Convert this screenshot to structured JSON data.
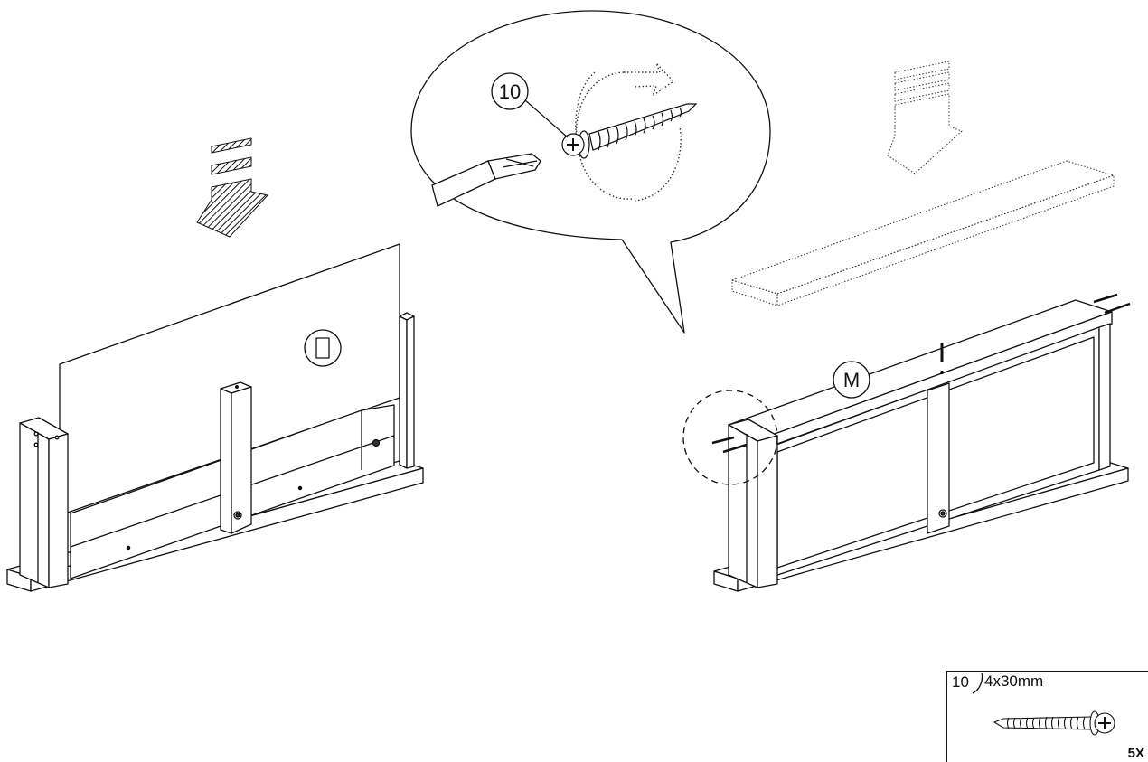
{
  "callout": {
    "part_number": "10"
  },
  "panel_left": {
    "label": ""
  },
  "panel_right": {
    "label": "M"
  },
  "parts_list": {
    "number": "10",
    "size": "4x30mm",
    "quantity": "5X"
  },
  "icons": [
    "down-arrow-icon",
    "rotation-arrow-icon",
    "screwdriver-icon",
    "screw-icon",
    "zoom-callout-icon"
  ]
}
